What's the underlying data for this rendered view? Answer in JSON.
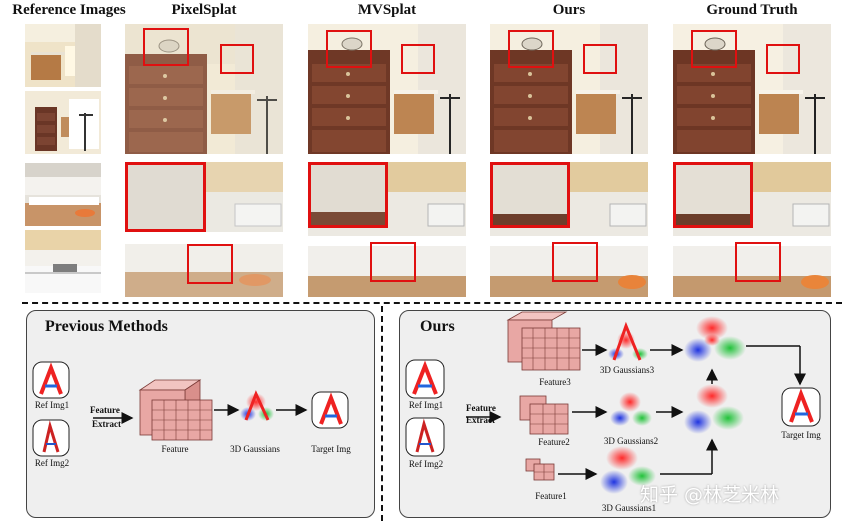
{
  "column_titles": {
    "reference": "Reference Images",
    "pixelsplat": "PixelSplat",
    "mvsplat": "MVSplat",
    "ours": "Ours",
    "ground_truth": "Ground Truth"
  },
  "previous_panel": {
    "title": "Previous Methods",
    "ref1": "Ref Img1",
    "ref2": "Ref Img2",
    "feature_extract_line1": "Feature",
    "feature_extract_line2": "Extract",
    "feature": "Feature",
    "gaussians": "3D Gaussians",
    "target": "Target Img"
  },
  "ours_panel": {
    "title": "Ours",
    "ref1": "Ref Img1",
    "ref2": "Ref Img2",
    "feature_extract_line1": "Feature",
    "feature_extract_line2": "Extract",
    "feature3": "Feature3",
    "feature2": "Feature2",
    "feature1": "Feature1",
    "gaussians3": "3D Gaussians3",
    "gaussians2": "3D Gaussians2",
    "gaussians1": "3D Gaussians1",
    "target": "Target Img"
  },
  "watermark": "知乎 @林芝米林",
  "colors": {
    "highlight_box": "#e01010",
    "panel_bg": "#efefef",
    "cube": "#e8a7a4"
  }
}
